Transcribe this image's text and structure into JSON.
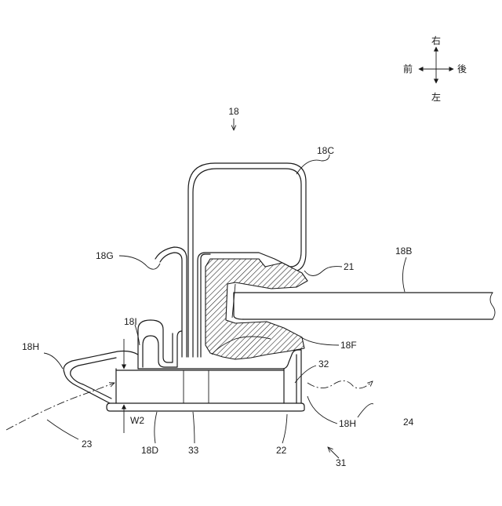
{
  "compass": {
    "right": "右",
    "left": "左",
    "front": "前",
    "rear": "後"
  },
  "labels": {
    "l18": "18",
    "l18C": "18C",
    "l18G": "18G",
    "l21": "21",
    "l18B": "18B",
    "l18I": "18I",
    "l18H_left": "18H",
    "l18F": "18F",
    "l32": "32",
    "l24": "24",
    "l18H_right": "18H",
    "lW2": "W2",
    "l23": "23",
    "l18D": "18D",
    "l33": "33",
    "l22": "22",
    "l31": "31"
  }
}
